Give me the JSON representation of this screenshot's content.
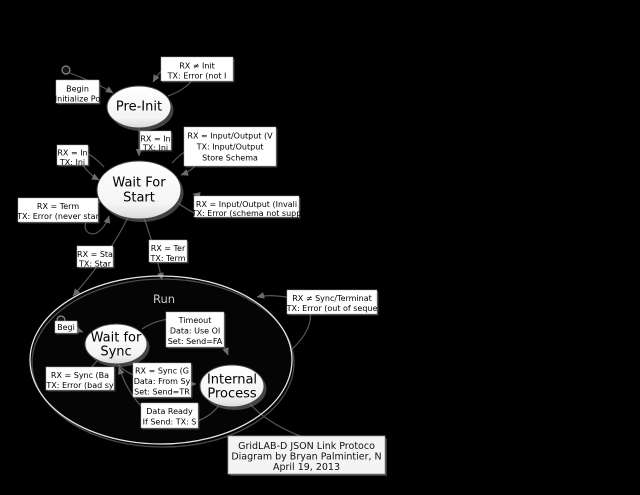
{
  "states": {
    "pre_init": {
      "label": "Pre-Init"
    },
    "wait_for_start": {
      "line1": "Wait For",
      "line2": "Start"
    },
    "run": {
      "label": "Run"
    },
    "wait_for_sync": {
      "line1": "Wait for",
      "line2": "Sync"
    },
    "internal_process": {
      "line1": "Internal",
      "line2": "Process"
    }
  },
  "labels": {
    "begin_init": {
      "line1": "Begin",
      "line2": "Initialize Po"
    },
    "rx_ne_init": {
      "line1": "RX ≠ Init",
      "line2": "TX: Error (not I"
    },
    "rx_init_main": {
      "line1": "RX = In",
      "line2": "TX: Ini"
    },
    "rx_init_loop": {
      "line1": "RX = In",
      "line2": "TX: Ini"
    },
    "rx_io_valid": {
      "line1": "RX = Input/Output (V",
      "line2": "TX: Input/Output",
      "line3": "Store Schema"
    },
    "rx_io_invalid": {
      "line1": "RX = Input/Output (Invali",
      "line2": "TX: Error (schema not supp"
    },
    "rx_term_never": {
      "line1": "RX = Term",
      "line2": "TX: Error (never star"
    },
    "rx_start": {
      "line1": "RX = Sta",
      "line2": "TX: Star"
    },
    "rx_term": {
      "line1": "RX = Ter",
      "line2": "TX: Term"
    },
    "begin_run": {
      "line1": "Begi"
    },
    "timeout": {
      "line1": "Timeout",
      "line2": "Data: Use Ol",
      "line3": "Set: Send=FA"
    },
    "rx_sync_good": {
      "line1": "RX = Sync (G",
      "line2": "Data: From Sy",
      "line3": "Set: Send=TR"
    },
    "rx_sync_bad": {
      "line1": "RX = Sync (Ba",
      "line2": "TX: Error (bad sy"
    },
    "data_ready": {
      "line1": "Data Ready",
      "line2": "If Send: TX: S"
    },
    "rx_ne_sync": {
      "line1": "RX ≠ Sync/Terminat",
      "line2": "TX: Error (out of seque"
    }
  },
  "title_box": {
    "line1": "GridLAB-D JSON Link Protoco",
    "line2": "Diagram by Bryan Palmintier, N",
    "line3": "April 19, 2013"
  },
  "colors": {
    "background": "#000000",
    "edge": "#565656",
    "state_fill": "#ffffff",
    "state_stroke": "#454545",
    "run_outline": "#e6e6e6",
    "label_box": "#ffffff"
  }
}
